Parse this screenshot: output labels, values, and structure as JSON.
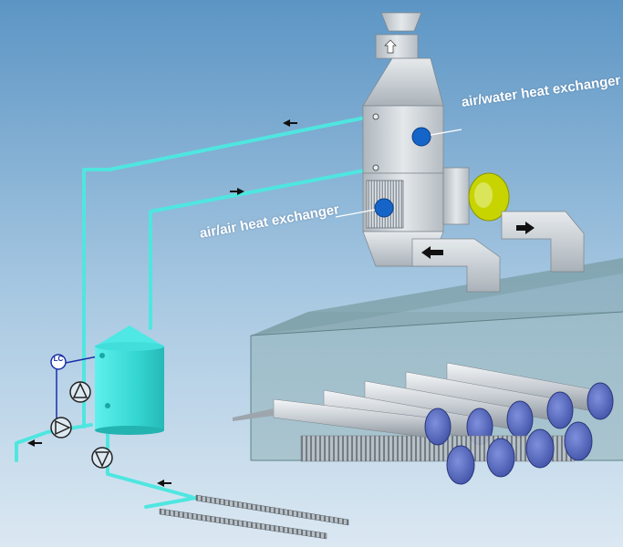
{
  "labels": {
    "air_water_heat_exchanger": "air/water heat exchanger",
    "air_air_heat_exchanger": "air/air heat exchanger",
    "level_controller": "LC"
  },
  "colors": {
    "background_top": "#5c95c4",
    "background_bottom": "#d8e7f2",
    "water_pipe": "#4fe6e0",
    "tank": "#38d7d3",
    "exchanger_metal": "#cfd6dc",
    "marker_blue": "#1565c8",
    "fan_yellow": "#c8d400",
    "tube_end_blue": "#5f74c8"
  },
  "icons": [
    "flow-direction-arrow",
    "pump-symbol",
    "level-controller-symbol",
    "air-inlet-arrow"
  ]
}
